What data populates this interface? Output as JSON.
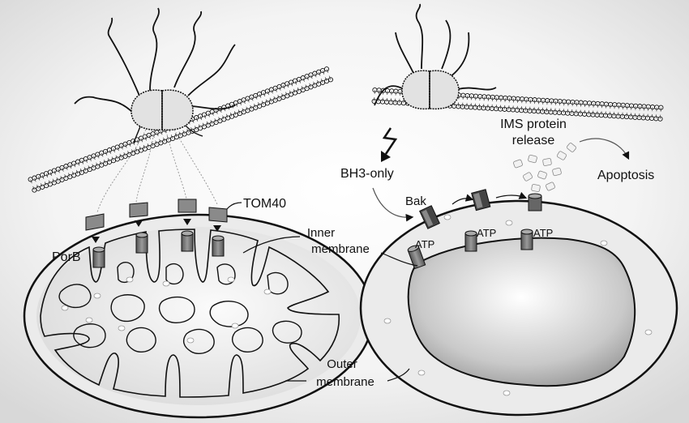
{
  "labels": {
    "tom40": "TOM40",
    "porb": "PorB",
    "inner_membrane_1": "Inner",
    "inner_membrane_2": "membrane",
    "outer_membrane_1": "Outer",
    "outer_membrane_2": "membrane",
    "bh3_only": "BH3-only",
    "bak": "Bak",
    "ims_release_1": "IMS protein",
    "ims_release_2": "release",
    "apoptosis": "Apoptosis",
    "atp_1": "ATP",
    "atp_2": "ATP",
    "atp_3": "ATP"
  },
  "colors": {
    "background_gradient_center": "#ffffff",
    "background_gradient_edge": "#dcdcdc",
    "matrix_light": "#f6f6f6",
    "matrix_dark": "#9a9a9a",
    "ims_fill": "#e9e9e9",
    "bacterium_fill": "#e2e2e2",
    "pore": "#7a7a7a",
    "outline": "#111111"
  },
  "icons": [
    "bacterium-icon",
    "lipid-bilayer-icon",
    "lightning-icon",
    "pore-icon",
    "arrow-icon"
  ]
}
